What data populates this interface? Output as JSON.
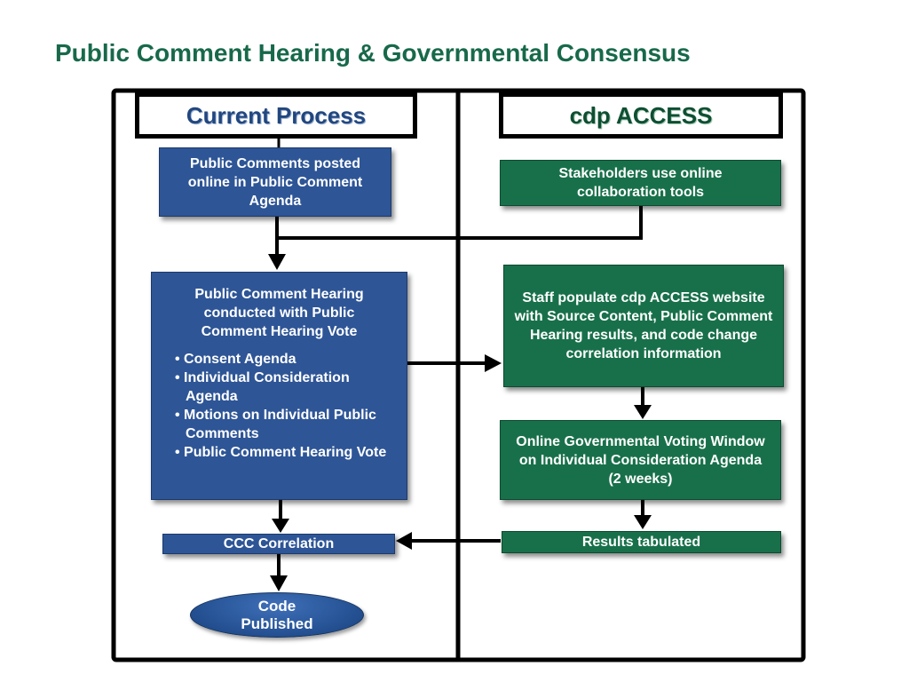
{
  "title": "Public Comment Hearing & Governmental Consensus",
  "columns": {
    "current": {
      "header": "Current Process"
    },
    "cdp": {
      "header": "cdp ACCESS"
    }
  },
  "current_process": {
    "posted": "Public Comments posted online in Public Comment Agenda",
    "hearing_title": "Public Comment Hearing conducted with Public Comment Hearing Vote",
    "hearing_items": [
      "Consent Agenda",
      "Individual Consideration Agenda",
      "Motions on Individual Public Comments",
      "Public Comment Hearing Vote"
    ],
    "correlation": "CCC Correlation",
    "published": "Code Published"
  },
  "cdp_access": {
    "stakeholders": "Stakeholders use online collaboration tools",
    "staff": "Staff populate cdp ACCESS website with Source Content, Public Comment Hearing results, and code change correlation information",
    "voting": "Online Governmental Voting Window on Individual Consideration Agenda (2 weeks)",
    "results": "Results tabulated"
  },
  "colors": {
    "title": "#17694a",
    "blue_box": "#2e5596",
    "green_box": "#18704a",
    "frame": "#000000"
  }
}
